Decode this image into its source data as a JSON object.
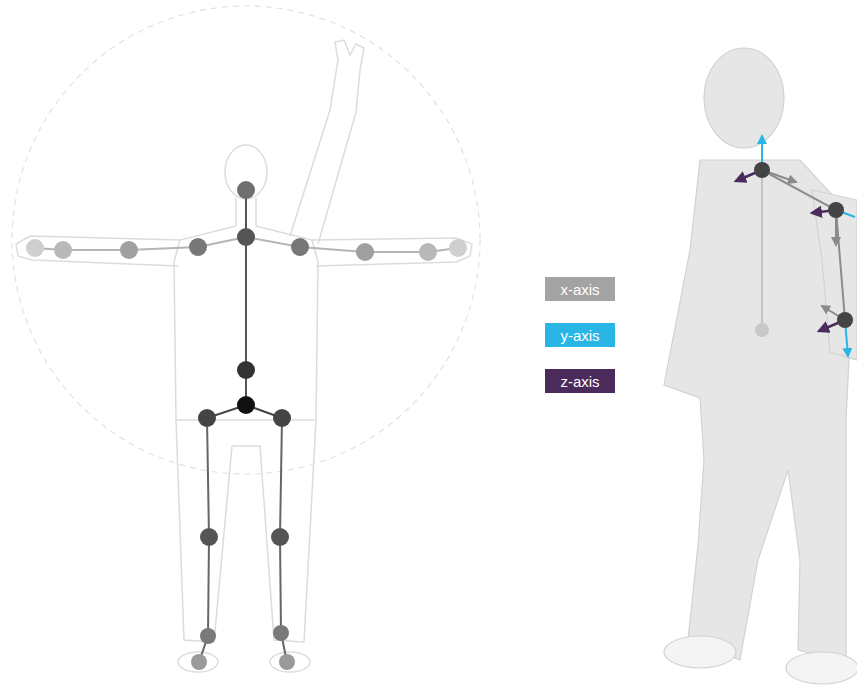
{
  "diagram": {
    "legend": [
      {
        "text": "x-axis",
        "color": "#a3a3a3"
      },
      {
        "text": "y-axis",
        "color": "#29b5e6"
      },
      {
        "text": "z-axis",
        "color": "#4b2a5c"
      }
    ]
  }
}
